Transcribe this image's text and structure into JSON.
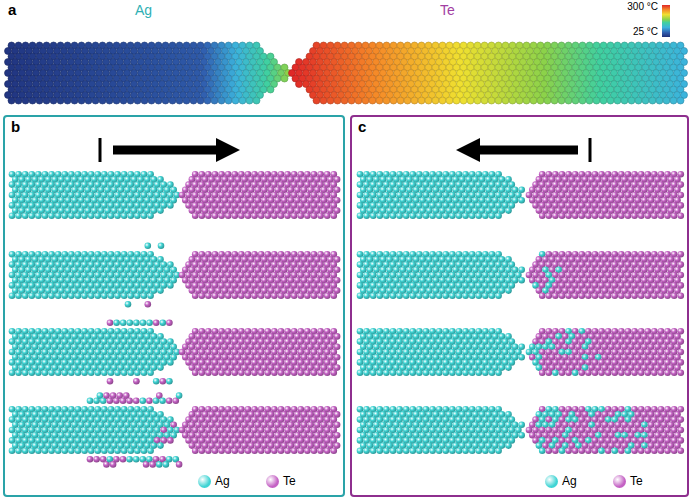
{
  "diagram": {
    "nodes": [
      {
        "text": [
          "b"
        ]
      },
      {
        "text": [
          "c"
        ]
      }
    ],
    "labels": [
      "a",
      "Ag",
      "Te",
      "300 °C",
      "25 °C"
    ],
    "legend": [
      {
        "text": "Ag",
        "color": "#40d4d4"
      },
      {
        "text": "Te",
        "color": "#c462c4"
      },
      {
        "text": "Ag",
        "color": "#40d4d4"
      },
      {
        "text": "Te",
        "color": "#c462c4"
      }
    ]
  }
}
